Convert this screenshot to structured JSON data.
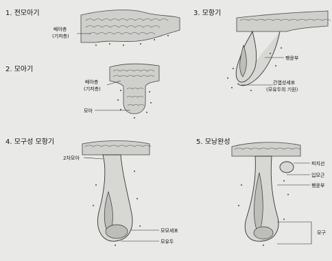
{
  "panels": [
    {
      "id": "p1",
      "title": "1. 전모아기",
      "labels": [
        {
          "text": "배아층"
        },
        {
          "text": "(기저층)"
        }
      ]
    },
    {
      "id": "p2",
      "title": "2. 모아기",
      "labels": [
        {
          "text": "배아층"
        },
        {
          "text": "(기저층)"
        },
        {
          "text": "모아"
        }
      ]
    },
    {
      "id": "p3",
      "title": "3. 모항기",
      "labels": [
        {
          "text": "팽윤부"
        },
        {
          "text": "간엽성세포"
        },
        {
          "text": "(모유두의 기원)"
        }
      ]
    },
    {
      "id": "p4",
      "title": "4. 모구성 모항기",
      "labels": [
        {
          "text": "2차모아"
        },
        {
          "text": "모모세포"
        },
        {
          "text": "모유두"
        }
      ]
    },
    {
      "id": "p5",
      "title": "5. 모낭완성",
      "labels": [
        {
          "text": "피지선"
        },
        {
          "text": "입모근"
        },
        {
          "text": "팽윤부"
        },
        {
          "text": "모구"
        }
      ]
    }
  ]
}
